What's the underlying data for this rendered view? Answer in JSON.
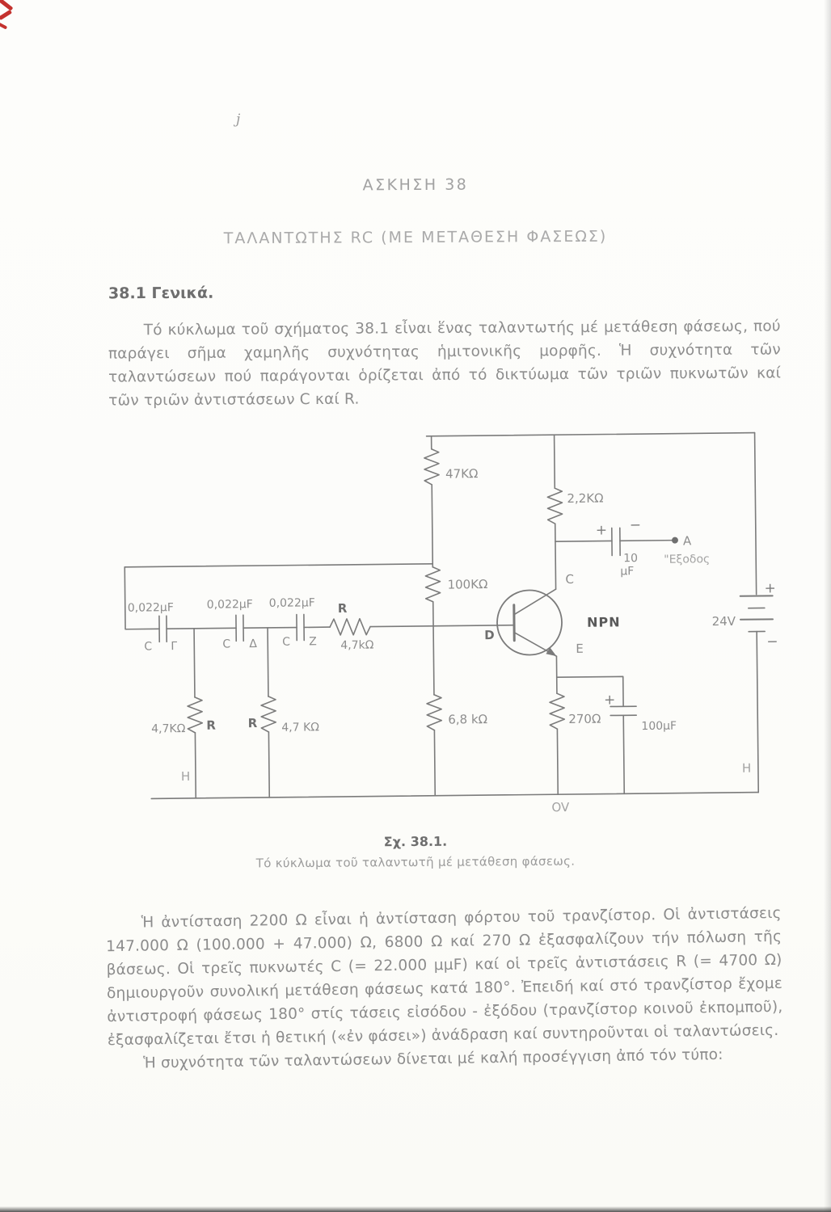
{
  "page": {
    "exercise_title": "ΑΣΚΗΣΗ 38",
    "subtitle": "ΤΑΛΑΝΤΩΤΗΣ RC (ΜΕ ΜΕΤΑΘΕΣΗ ΦΑΣΕΩΣ)",
    "section_heading": "38.1 Γενικά.",
    "paragraph_1": "Τό κύκλωμα τοῦ σχήματος 38.1 εἶναι ἕνας ταλαντωτής μέ μετάθεση φάσεως, πού παράγει σῆμα χαμηλῆς συχνότητας ἡμιτονικῆς μορφῆς. Ἡ συχνότητα τῶν ταλαντώσεων πού παράγονται ὁρίζεται ἀπό τό δικτύωμα τῶν τριῶν πυκνωτῶν καί τῶν τριῶν ἀντιστάσεων C καί R.",
    "paragraph_2": "Ἡ ἀντίσταση 2200 Ω εἶναι ἡ ἀντίσταση φόρτου τοῦ τρανζίστορ. Οἱ ἀντιστάσεις 147.000 Ω (100.000 + 47.000) Ω, 6800 Ω καί 270 Ω ἐξασφαλίζουν τήν πόλωση τῆς βάσεως. Οἱ τρεῖς πυκνωτές C (= 22.000 μμF) καί οἱ τρεῖς ἀντιστάσεις R (= 4700 Ω) δημιουργοῦν συνολική μετάθεση φάσεως κατά 180°. Ἐπειδή καί στό τρανζίστορ ἔχομε ἀντιστροφή φάσεως 180° στίς τάσεις εἰσόδου - ἐξόδου (τρανζίστορ κοινοῦ ἐκπομποῦ), ἐξασφαλίζεται ἔτσι ἡ θετική («ἐν φάσει») ἀνάδραση καί συντηροῦνται οἱ ταλαντώσεις.",
    "paragraph_3": "Ἡ συχνότητα τῶν ταλαντώσεων δίνεται μέ καλή προσέγγιση ἀπό τόν τύπο:"
  },
  "figure": {
    "caption_number": "Σχ. 38.1.",
    "caption_text": "Τό κύκλωμα τοῦ ταλαντωτῆ μέ μετάθεση φάσεως.",
    "labels": {
      "r_47k": "47ΚΩ",
      "r_2k2": "2,2ΚΩ",
      "r_100k": "100ΚΩ",
      "r_6k8": "6,8 kΩ",
      "r_270": "270Ω",
      "cap_out_plus": "+",
      "cap_out_minus": "−",
      "cap_out_value_line1": "10",
      "cap_out_value_line2": "μF",
      "point_a": "A",
      "output_label": "\"Εξοδος",
      "c1_value": "0,022μF",
      "c2_value": "0,022μF",
      "c3_value": "0,022μF",
      "c1_name": "C",
      "c1_node": "Γ",
      "c2_name": "C",
      "c2_node": "Δ",
      "c3_name": "C",
      "c3_node": "Z",
      "r_series_name": "R",
      "r_series_value": "4,7kΩ",
      "r_shunt1_value": "4,7ΚΩ",
      "r_shunt1_name": "R",
      "r_shunt2_name": "R",
      "r_shunt2_value": "4,7 ΚΩ",
      "transistor_type": "NPN",
      "collector_label": "C",
      "base_label": "D",
      "emitter_label": "E",
      "cap_emitter_plus": "+",
      "cap_emitter_value": "100μF",
      "battery_plus": "+",
      "battery_value": "24V",
      "battery_minus": "−",
      "ground_label": "OV",
      "node_h_left": "H",
      "node_h_right": "H"
    }
  },
  "scan": {
    "pen_mark": "j"
  },
  "colors": {
    "paper": "#fcfcf9",
    "ink": "#8e8e8e",
    "line": "#7b7b7b",
    "red_mark": "#c4322e"
  }
}
